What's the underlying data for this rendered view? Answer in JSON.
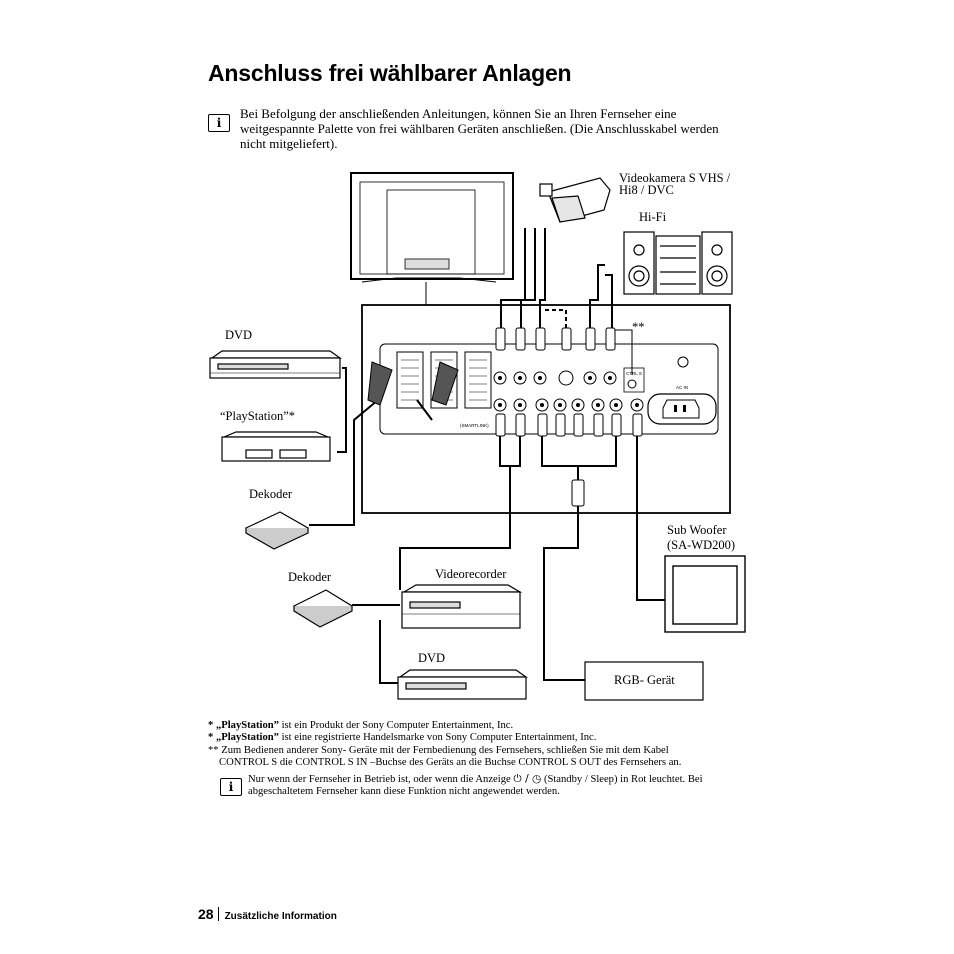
{
  "title": "Anschluss frei wählbarer Anlagen",
  "info_icon_glyph": "i",
  "intro": "Bei Befolgung der anschließenden Anleitungen, können Sie an Ihren Fernseher eine weitgespannte  Palette von frei wählbaren Geräten anschließen. (Die Anschlusskabel werden nicht mitgeliefert).",
  "labels": {
    "camera_line1": "Videokamera S VHS /",
    "camera_line2": "Hi8 / DVC",
    "hifi": "Hi-Fi",
    "dvd_top": "DVD",
    "playstation": "“PlayStation”*",
    "dekoder1": "Dekoder",
    "dekoder2": "Dekoder",
    "videorecorder": "Videorecorder",
    "dvd_bottom": "DVD",
    "subwoofer_line1": "Sub Woofer",
    "subwoofer_line2": "(SA-WD200)",
    "rgb": "RGB- Gerät",
    "double_star": "**",
    "ctrl_s": "CTRL S",
    "ac_in": "AC IN",
    "smartlink": "(SMARTLINK)"
  },
  "notes": {
    "n1_mark": "* „PlayStation”",
    "n1_text": " ist ein Produkt der Sony Computer Entertainment, Inc.",
    "n2_mark": "* „PlayStation”",
    "n2_text": " ist eine registrierte Handelsmarke von Sony Computer Entertainment, Inc.",
    "n3_line1": "** Zum Bedienen anderer Sony- Geräte mit der Fernbedienung des Fernsehers, schließen Sie mit dem Kabel",
    "n3_line2": "CONTROL S die CONTROL S IN –Buchse des Geräts an die Buchse CONTROL S OUT des Fernsehers an.",
    "n4_a": "Nur wenn der Fernseher in Betrieb ist, oder wenn die Anzeige ",
    "n4_sym": "⏻ / ◷",
    "n4_b": " (Standby / Sleep) in Rot leuchtet. Bei abgeschaltetem Fernseher kann diese Funktion nicht angewendet werden."
  },
  "footer": {
    "page_number": "28",
    "section": "Zusätzliche Information"
  }
}
